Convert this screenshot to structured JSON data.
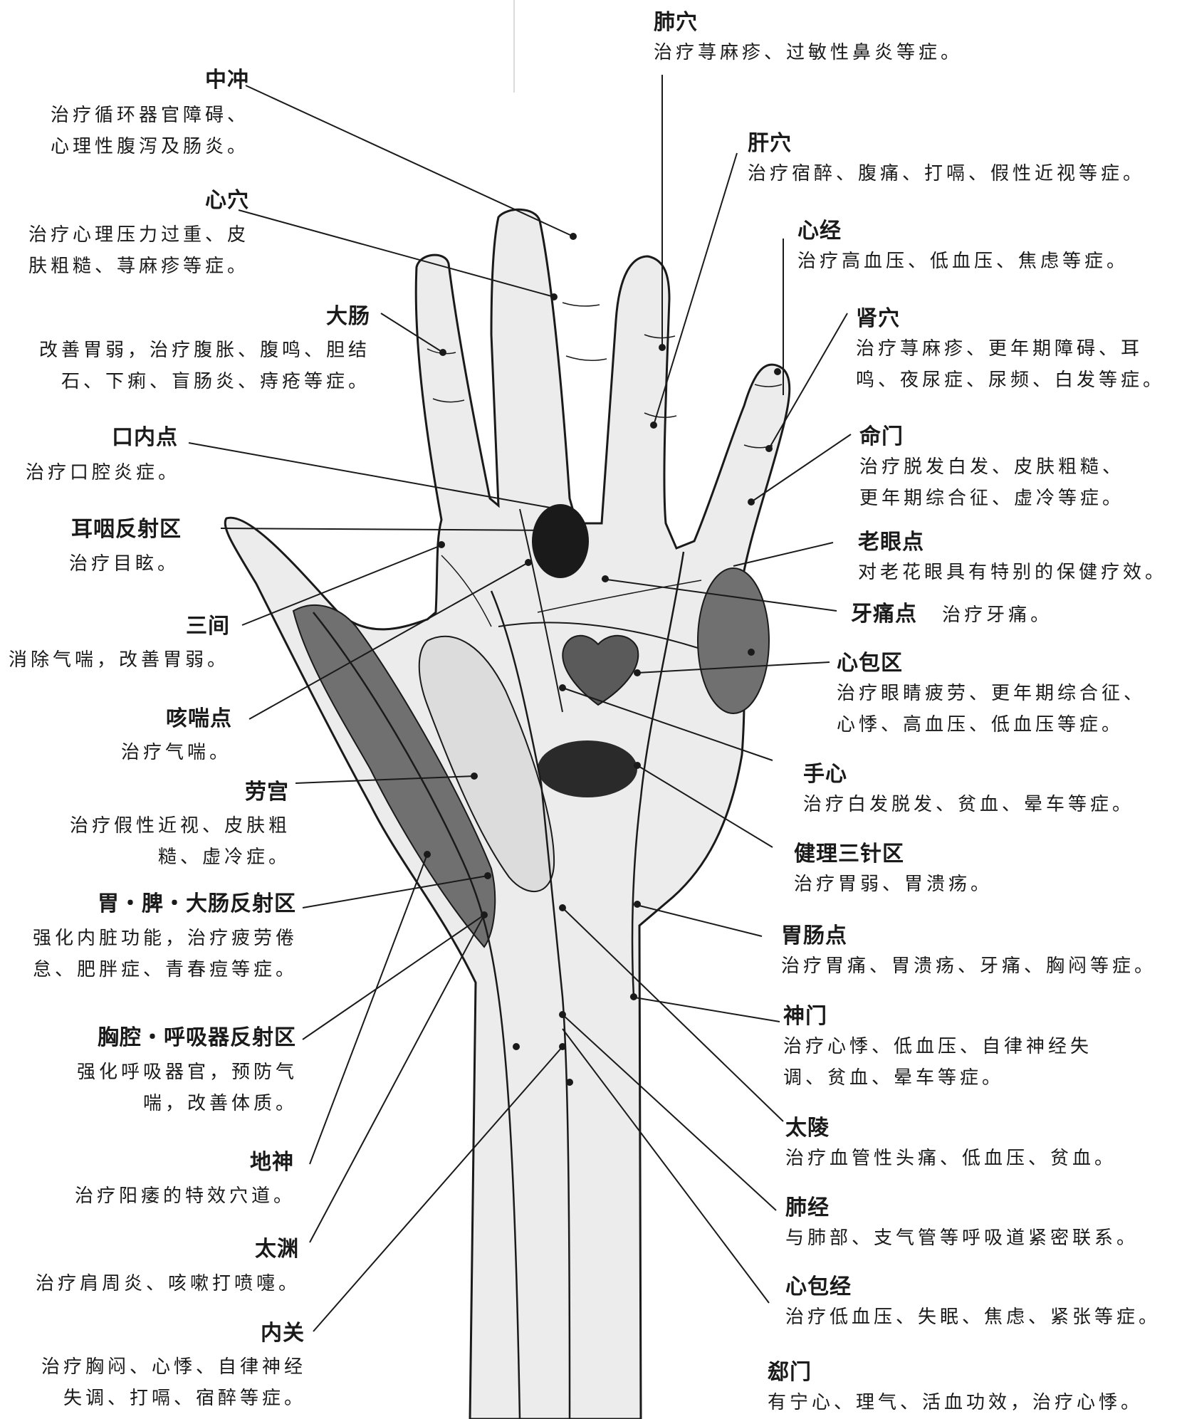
{
  "colors": {
    "background": "#ffffff",
    "hand_fill": "#ececec",
    "hand_outline": "#1a1a1a",
    "reflex_zone_dark": "#707070",
    "reflex_zone_light": "#dcdcdc",
    "point_fill": "#1a1a1a"
  },
  "labels": {
    "zhongchong": {
      "title": "中冲",
      "lines": [
        "治疗循环器官障碍、",
        "心理性腹泻及肠炎。"
      ]
    },
    "xinxue": {
      "title": "心穴",
      "lines": [
        "治疗心理压力过重、皮",
        "肤粗糙、荨麻疹等症。"
      ]
    },
    "dachang": {
      "title": "大肠",
      "lines": [
        "改善胃弱，治疗腹胀、腹鸣、胆结",
        "石、下痢、盲肠炎、痔疮等症。"
      ]
    },
    "kouneidian": {
      "title": "口内点",
      "lines": [
        "治疗口腔炎症。"
      ]
    },
    "eryan": {
      "title": "耳咽反射区",
      "lines": [
        "治疗目眩。"
      ]
    },
    "sanjian": {
      "title": "三间",
      "lines": [
        "消除气喘，改善胃弱。"
      ]
    },
    "kechuandian": {
      "title": "咳喘点",
      "lines": [
        "治疗气喘。"
      ]
    },
    "laogong": {
      "title": "劳宫",
      "lines": [
        "治疗假性近视、皮肤粗",
        "糙、虚冷症。"
      ]
    },
    "weipi": {
      "title": "胃・脾・大肠反射区",
      "lines": [
        "强化内脏功能，治疗疲劳倦",
        "怠、肥胖症、青春痘等症。"
      ]
    },
    "xiongqiang": {
      "title": "胸腔・呼吸器反射区",
      "lines": [
        "强化呼吸器官，预防气",
        "喘，改善体质。"
      ]
    },
    "dishen": {
      "title": "地神",
      "lines": [
        "治疗阳痿的特效穴道。"
      ]
    },
    "taiyuan": {
      "title": "太渊",
      "lines": [
        "治疗肩周炎、咳嗽打喷嚏。"
      ]
    },
    "neiguan": {
      "title": "内关",
      "lines": [
        "治疗胸闷、心悸、自律神经",
        "失调、打嗝、宿醉等症。"
      ]
    },
    "feixue": {
      "title": "肺穴",
      "lines": [
        "治疗荨麻疹、过敏性鼻炎等症。"
      ]
    },
    "ganxue": {
      "title": "肝穴",
      "lines": [
        "治疗宿醉、腹痛、打嗝、假性近视等症。"
      ]
    },
    "xinjing": {
      "title": "心经",
      "lines": [
        "治疗高血压、低血压、焦虑等症。"
      ]
    },
    "shenxue": {
      "title": "肾穴",
      "lines": [
        "治疗荨麻疹、更年期障碍、耳",
        "鸣、夜尿症、尿频、白发等症。"
      ]
    },
    "mingmen": {
      "title": "命门",
      "lines": [
        "治疗脱发白发、皮肤粗糙、",
        "更年期综合征、虚冷等症。"
      ]
    },
    "laoyandian": {
      "title": "老眼点",
      "lines": [
        "对老花眼具有特别的保健疗效。"
      ]
    },
    "yatongdian": {
      "title": "牙痛点",
      "desc": "治疗牙痛。"
    },
    "xinbaoqu": {
      "title": "心包区",
      "lines": [
        "治疗眼睛疲劳、更年期综合征、",
        "心悸、高血压、低血压等症。"
      ]
    },
    "shouxin": {
      "title": "手心",
      "lines": [
        "治疗白发脱发、贫血、晕车等症。"
      ]
    },
    "jianli": {
      "title": "健理三针区",
      "lines": [
        "治疗胃弱、胃溃疡。"
      ]
    },
    "weichangdian": {
      "title": "胃肠点",
      "lines": [
        "治疗胃痛、胃溃疡、牙痛、胸闷等症。"
      ]
    },
    "shenmen": {
      "title": "神门",
      "lines": [
        "治疗心悸、低血压、自律神经失",
        "调、贫血、晕车等症。"
      ]
    },
    "dailing": {
      "title": "太陵",
      "lines": [
        "治疗血管性头痛、低血压、贫血。"
      ]
    },
    "feijing": {
      "title": "肺经",
      "lines": [
        "与肺部、支气管等呼吸道紧密联系。"
      ]
    },
    "xinbaojing": {
      "title": "心包经",
      "lines": [
        "治疗低血压、失眠、焦虑、紧张等症。"
      ]
    },
    "ximen": {
      "title": "郄门",
      "lines": [
        "有宁心、理气、活血功效，治疗心悸。"
      ]
    }
  }
}
